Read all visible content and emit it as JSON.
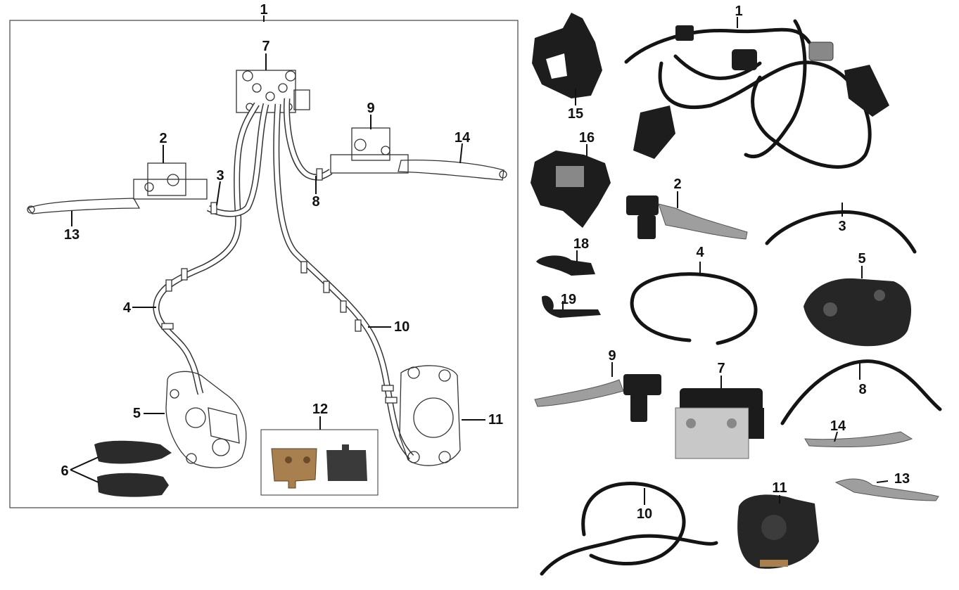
{
  "diagram": {
    "left_labels": {
      "l1": "1",
      "l2": "2",
      "l3": "3",
      "l4": "4",
      "l5": "5",
      "l6": "6",
      "l7": "7",
      "l8": "8",
      "l9": "9",
      "l10": "10",
      "l11": "11",
      "l12": "12",
      "l13": "13",
      "l14": "14"
    },
    "right_labels": {
      "r1": "1",
      "r2": "2",
      "r3": "3",
      "r4": "4",
      "r5": "5",
      "r7": "7",
      "r8": "8",
      "r9": "9",
      "r10": "10",
      "r11": "11",
      "r13": "13",
      "r14": "14",
      "r15": "15",
      "r16": "16",
      "r18": "18",
      "r19": "19"
    }
  }
}
